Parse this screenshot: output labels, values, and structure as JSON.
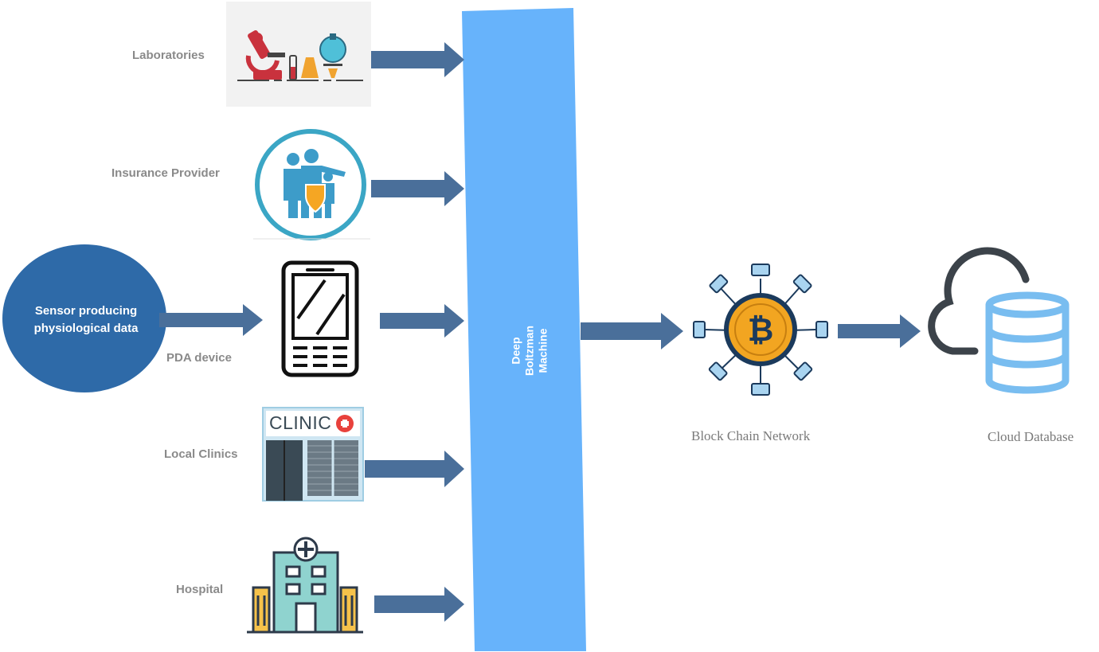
{
  "diagram": {
    "sources": {
      "laboratories": "Laboratories",
      "insurance": "Insurance Provider",
      "pda": "PDA device",
      "clinics": "Local Clinics",
      "hospital": "Hospital"
    },
    "sensor": {
      "line1": "Sensor producing",
      "line2": "physiological data"
    },
    "dbm": {
      "line1": "Deep",
      "line2": "Boltzman",
      "line3": "Machine"
    },
    "clinic_sign": "CLINIC",
    "blockchain": "Block Chain Network",
    "cloud": "Cloud Database",
    "colors": {
      "arrow": "#4a6f9a",
      "dbm": "#67b3fb",
      "sensor": "#2e6aa8",
      "label": "#8a8a8a"
    },
    "icons": [
      "laboratory-icon",
      "insurance-family-icon",
      "pda-device-icon",
      "clinic-building-icon",
      "hospital-building-icon",
      "bitcoin-network-icon",
      "cloud-database-icon"
    ]
  }
}
